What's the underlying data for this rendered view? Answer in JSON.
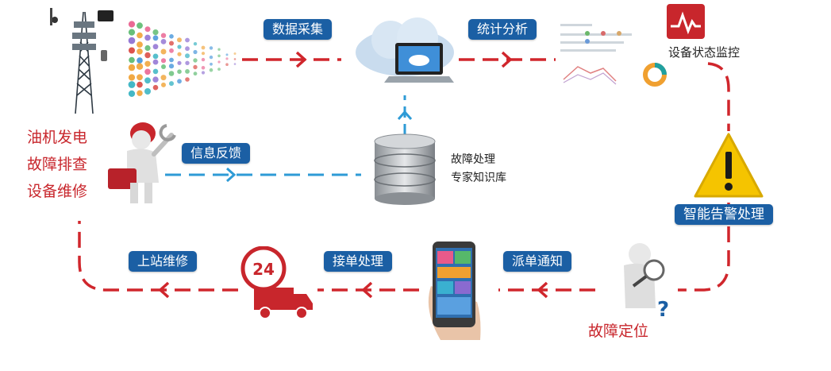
{
  "flow_labels": {
    "collect": "数据采集",
    "analyze": "统计分析",
    "feedback": "信息反馈",
    "alarm": "智能告警处理",
    "dispatch": "派单通知",
    "accept": "接单处理",
    "onsite": "上站维修"
  },
  "node_labels": {
    "monitor": "设备状态监控",
    "kb_line1": "故障处理",
    "kb_line2": "专家知识库",
    "locate": "故障定位",
    "tasks": [
      "油机发电",
      "故障排查",
      "设备维修"
    ],
    "badge_24": "24"
  },
  "colors": {
    "red_flow": "#d0262c",
    "blue_flow": "#2e9bd6",
    "pill_bg": "#1b5fa4",
    "warning": "#f5c400"
  }
}
